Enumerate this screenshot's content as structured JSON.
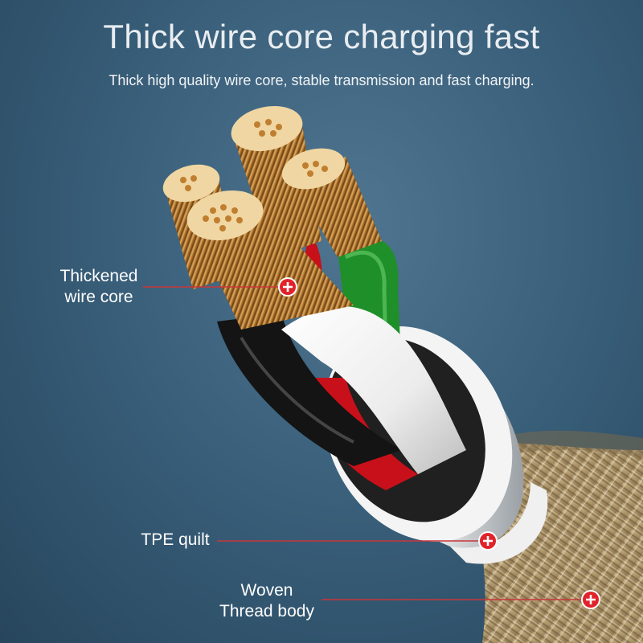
{
  "header": {
    "title": "Thick wire core charging fast",
    "subtitle": "Thick high quality wire core, stable transmission and fast charging."
  },
  "callouts": [
    {
      "line1": "Thickened",
      "line2": "wire core"
    },
    {
      "line1": "TPE quilt"
    },
    {
      "line1": "Woven",
      "line2": "Thread body"
    }
  ],
  "colors": {
    "background": "#3a607b",
    "copper": "#c98a3a",
    "marker": "#e0232b",
    "insulation_green": "#2aa032",
    "insulation_red": "#d0121a",
    "insulation_black": "#151515",
    "sheath_white": "#f2f2f2",
    "braid_gold": "#b9a27a"
  },
  "icons": [
    "plus-marker-icon"
  ]
}
